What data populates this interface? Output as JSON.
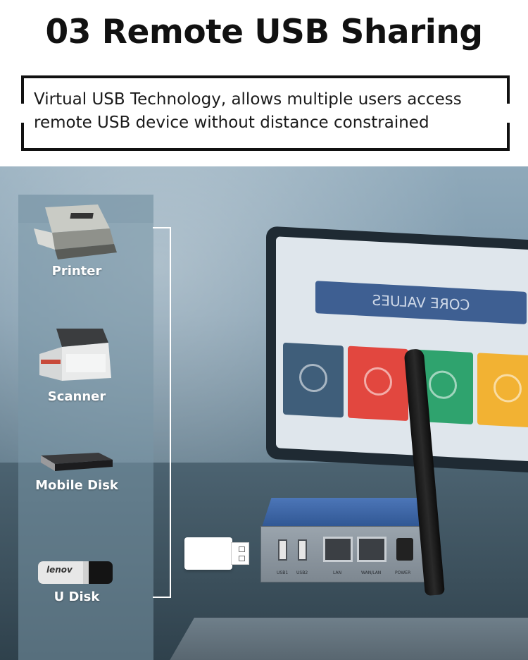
{
  "header": {
    "title": "03 Remote USB Sharing",
    "subtitle_line1": "Virtual USB Technology, allows multiple users access",
    "subtitle_line2": "remote USB device without distance constrained"
  },
  "devices": [
    {
      "label": "Printer",
      "icon": "printer-icon"
    },
    {
      "label": "Scanner",
      "icon": "scanner-icon"
    },
    {
      "label": "Mobile Disk",
      "icon": "mobile-disk-icon"
    },
    {
      "label": "U Disk",
      "icon": "usb-drive-icon",
      "brand": "lenov"
    }
  ],
  "laptop": {
    "banner_text": "CORE VALUES"
  },
  "router": {
    "port_labels": [
      "USB1",
      "USB2",
      "LAN",
      "WAN/LAN",
      "POWER"
    ]
  },
  "colors": {
    "tile_1": "#3f5e7a",
    "tile_2": "#e2473f",
    "tile_3": "#2fa36e",
    "tile_4": "#f2b233",
    "router_blue": "#2d538f"
  }
}
